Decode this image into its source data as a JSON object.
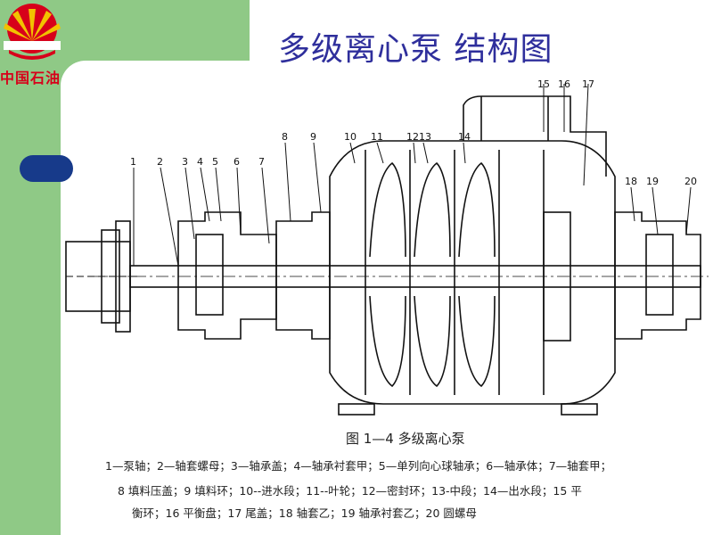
{
  "logo": {
    "text": "中国石油"
  },
  "title": "多级离心泵 结构图",
  "figure": {
    "numbers": [
      "1",
      "2",
      "3",
      "4",
      "5",
      "6",
      "7",
      "8",
      "9",
      "10",
      "11",
      "12",
      "13",
      "14",
      "15",
      "16",
      "17",
      "18",
      "19",
      "20"
    ],
    "caption": "图 1—4   多级离心泵",
    "legend": {
      "line1": "1—泵轴；2—轴套螺母；3—轴承盖；4—轴承衬套甲；5—单列向心球轴承；6—轴承体；7—轴套甲；",
      "line2": "8  填料压盖；9  填料环；10--进水段；11--叶轮；12—密封环；13-中段；14—出水段；15  平",
      "line3": "衡环；16  平衡盘；17  尾盖；18  轴套乙；19  轴承衬套乙；20  圆螺母"
    }
  },
  "colors": {
    "green": "#8fc986",
    "navy": "#173a8a",
    "title": "#2f2f9c",
    "logo_red": "#d7001a",
    "logo_yellow": "#f2c200"
  }
}
